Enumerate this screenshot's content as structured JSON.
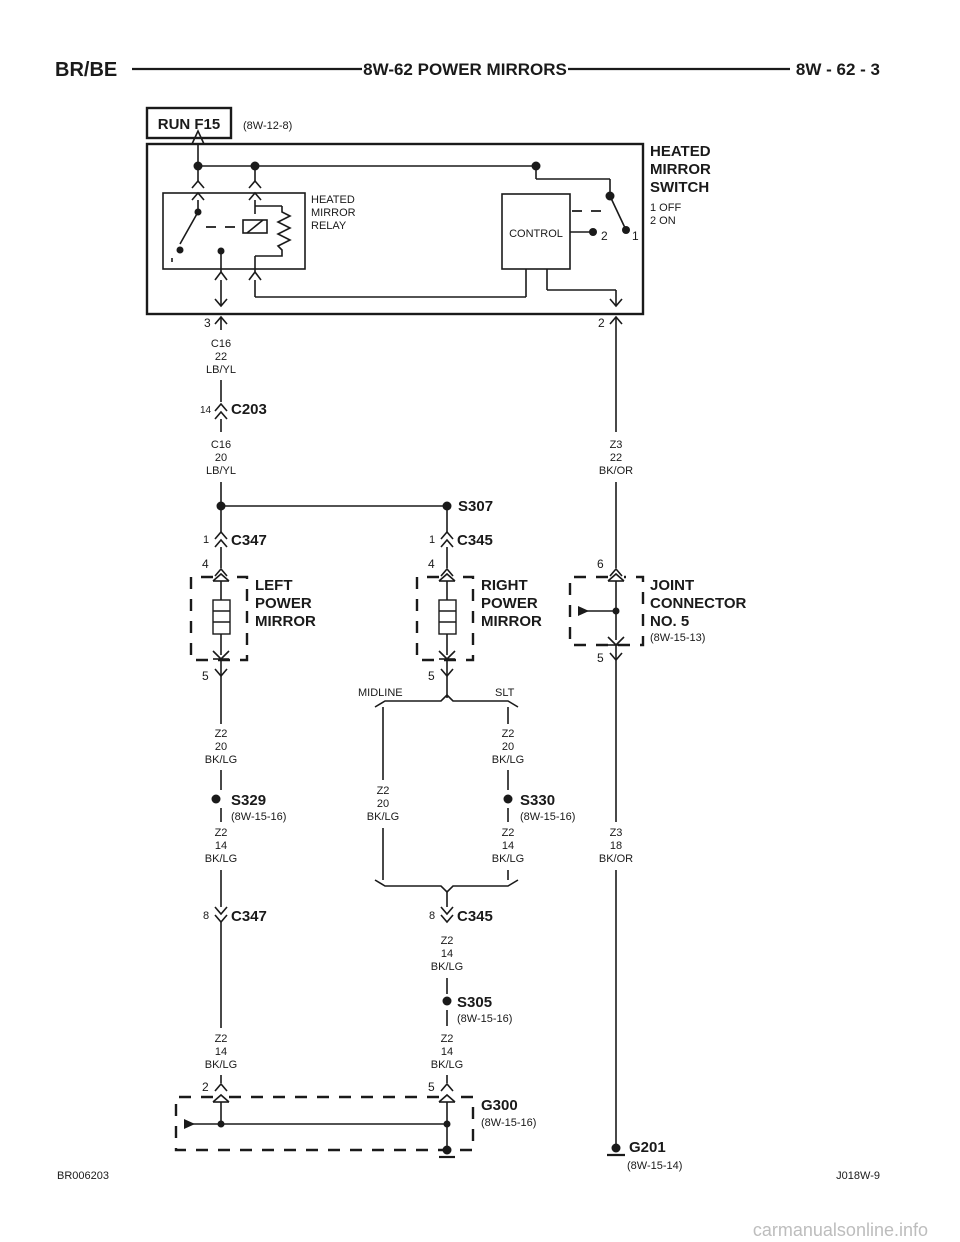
{
  "header": {
    "left": "BR/BE",
    "center": "8W-62 POWER MIRRORS",
    "right": "8W - 62 - 3"
  },
  "fuse": {
    "label": "RUN F15",
    "ref": "(8W-12-8)"
  },
  "switch": {
    "title_lines": [
      "HEATED",
      "MIRROR",
      "SWITCH"
    ],
    "positions": [
      "1 OFF",
      "2 ON"
    ],
    "relay_lines": [
      "HEATED",
      "MIRROR",
      "RELAY"
    ],
    "control_label": "CONTROL",
    "pin_2": "2",
    "pin_1": "1",
    "out_pin_left": "3",
    "out_pin_right": "2"
  },
  "wires": {
    "c16_22": [
      "C16",
      "22",
      "LB/YL"
    ],
    "c16_20": [
      "C16",
      "20",
      "LB/YL"
    ],
    "z3_22": [
      "Z3",
      "22",
      "BK/OR"
    ],
    "z3_18": [
      "Z3",
      "18",
      "BK/OR"
    ],
    "z2_20_left": [
      "Z2",
      "20",
      "BK/LG"
    ],
    "z2_14_left_a": [
      "Z2",
      "14",
      "BK/LG"
    ],
    "z2_14_left_b": [
      "Z2",
      "14",
      "BK/LG"
    ],
    "z2_20_mid": [
      "Z2",
      "20",
      "BK/LG"
    ],
    "z2_20_slt": [
      "Z2",
      "20",
      "BK/LG"
    ],
    "z2_14_slt": [
      "Z2",
      "14",
      "BK/LG"
    ],
    "z2_14_c345": [
      "Z2",
      "14",
      "BK/LG"
    ],
    "z2_14_s305": [
      "Z2",
      "14",
      "BK/LG"
    ]
  },
  "connectors": {
    "c203": {
      "name": "C203",
      "pin": "14"
    },
    "c347_top": {
      "name": "C347",
      "pin": "1"
    },
    "c345_top": {
      "name": "C345",
      "pin": "1"
    },
    "c347_bot": {
      "name": "C347",
      "pin": "8"
    },
    "c345_bot": {
      "name": "C345",
      "pin": "8"
    }
  },
  "splices": {
    "s307": {
      "name": "S307"
    },
    "s329": {
      "name": "S329",
      "ref": "(8W-15-16)"
    },
    "s330": {
      "name": "S330",
      "ref": "(8W-15-16)"
    },
    "s305": {
      "name": "S305",
      "ref": "(8W-15-16)"
    }
  },
  "mirrors": {
    "left": {
      "lines": [
        "LEFT",
        "POWER",
        "MIRROR"
      ],
      "pin_top": "4",
      "pin_bot": "5"
    },
    "right": {
      "lines": [
        "RIGHT",
        "POWER",
        "MIRROR"
      ],
      "pin_top": "4",
      "pin_bot": "5"
    }
  },
  "joint": {
    "lines": [
      "JOINT",
      "CONNECTOR",
      "NO. 5"
    ],
    "ref": "(8W-15-13)",
    "pin_top": "6",
    "pin_bot": "5"
  },
  "branch": {
    "midline": "MIDLINE",
    "slt": "SLT"
  },
  "grounds": {
    "g300": {
      "name": "G300",
      "ref": "(8W-15-16)",
      "pin_left": "2",
      "pin_right": "5"
    },
    "g201": {
      "name": "G201",
      "ref": "(8W-15-14)"
    }
  },
  "footer": {
    "left": "BR006203",
    "right": "J018W-9"
  },
  "watermark": "carmanualsonline.info"
}
